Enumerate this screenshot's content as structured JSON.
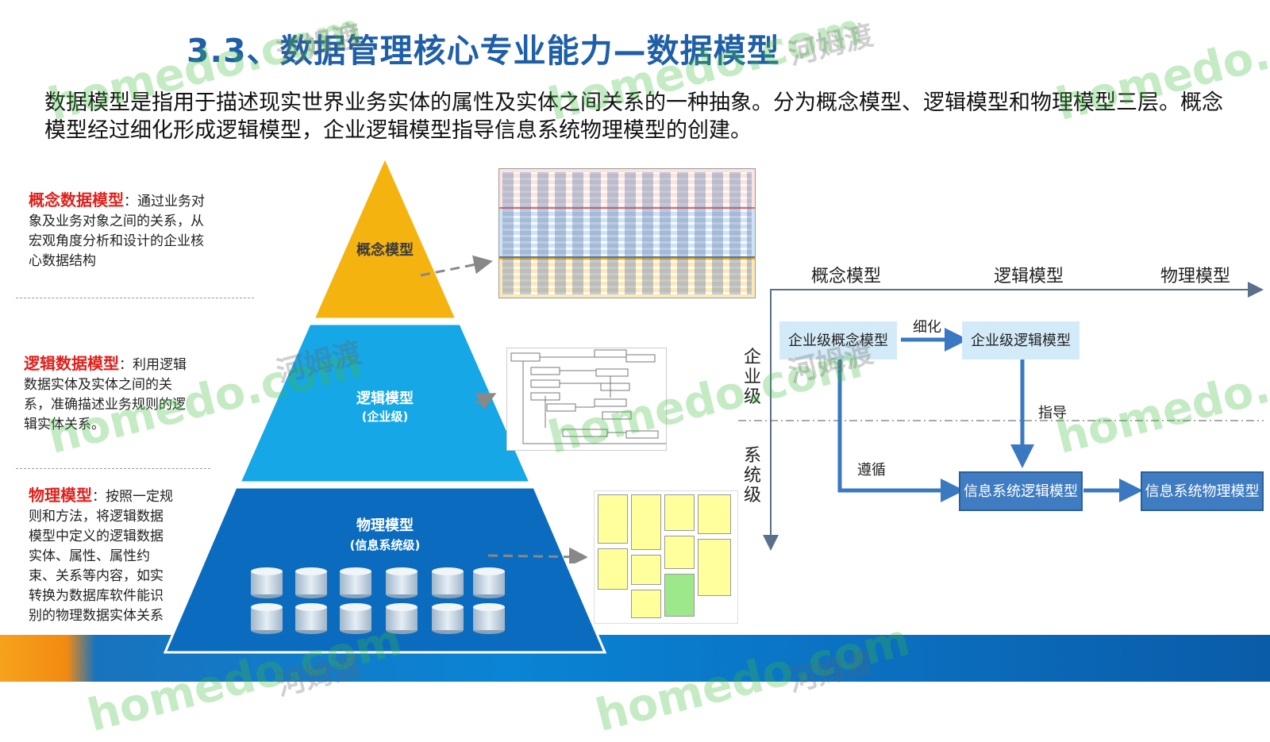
{
  "title": "3.3、数据管理核心专业能力—数据模型",
  "intro": "数据模型是指用于描述现实世界业务实体的属性及实体之间关系的一种抽象。分为概念模型、逻辑模型和物理模型三层。概念模型经过细化形成逻辑模型，企业逻辑模型指导信息系统物理模型的创建。",
  "descriptions": [
    {
      "term": "概念数据模型",
      "text": "：通过业务对象及业务对象之间的关系，从宏观角度分析和设计的企业核心数据结构"
    },
    {
      "term": "逻辑数据模型",
      "text": "：利用逻辑数据实体及实体之间的关系，准确描述业务规则的逻辑实体关系。"
    },
    {
      "term": "物理模型",
      "text": "：按照一定规则和方法，将逻辑数据模型中定义的逻辑数据实体、属性、属性约束、关系等内容，如实转换为数据库软件能识别的物理数据实体关系"
    }
  ],
  "pyramid": {
    "top": "概念模型",
    "middle": "逻辑模型",
    "middle_sub": "(企业级)",
    "bottom": "物理模型",
    "bottom_sub": "(信息系统级)",
    "colors": {
      "top": "#f5b30f",
      "middle": "#16a7e6",
      "bottom": "#0b6cbf"
    }
  },
  "flow": {
    "axis_labels": [
      "概念模型",
      "逻辑模型",
      "物理模型"
    ],
    "row_labels": [
      "企业级",
      "系统级"
    ],
    "boxes": {
      "enterprise_concept": "企业级概念模型",
      "enterprise_logic": "企业级逻辑模型",
      "system_logic": "信息系统逻辑模型",
      "system_physical": "信息系统物理模型"
    },
    "edge_labels": {
      "refine": "细化",
      "guide": "指导",
      "follow": "遵循"
    }
  },
  "watermarks": {
    "site": "homedo.com",
    "brand": "河姆渡"
  }
}
